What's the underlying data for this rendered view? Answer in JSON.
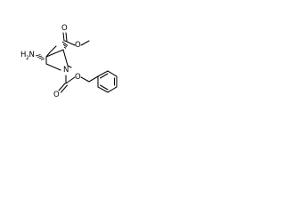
{
  "molecule": {
    "atom_labels": {
      "amine_nitrogen": "H",
      "amine_h_count": "2",
      "amine_n": "N",
      "ring_nitrogen": "N",
      "ester_carbonyl_oxygen": "O",
      "ester_ether_oxygen": "O",
      "carbamate_carbonyl_oxygen": "O",
      "carbamate_ether_oxygen": "O"
    }
  }
}
